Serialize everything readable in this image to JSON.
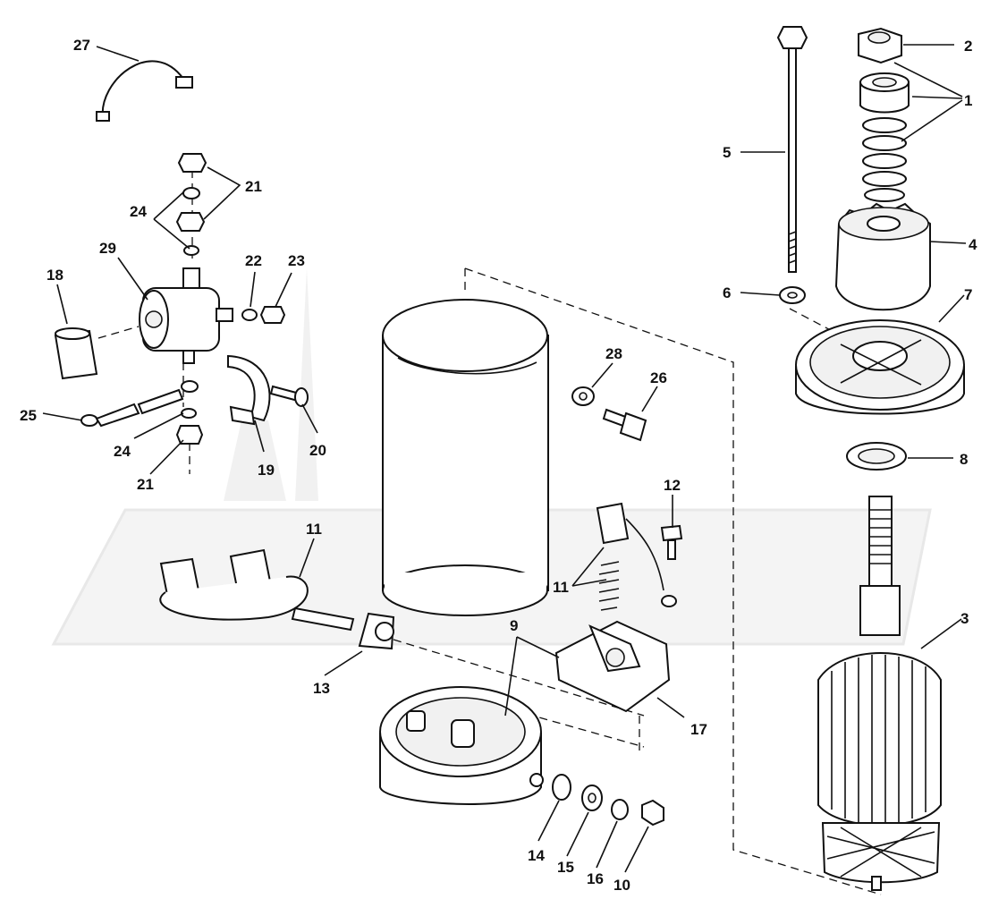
{
  "watermark": "",
  "labels": {
    "p1": "1",
    "p2": "2",
    "p3": "3",
    "p4": "4",
    "p5": "5",
    "p6": "6",
    "p7": "7",
    "p8": "8",
    "p9": "9",
    "p10": "10",
    "p11a": "11",
    "p11b": "11",
    "p12": "12",
    "p13": "13",
    "p14": "14",
    "p15": "15",
    "p16": "16",
    "p17": "17",
    "p18": "18",
    "p19": "19",
    "p20": "20",
    "p21a": "21",
    "p21b": "21",
    "p22": "22",
    "p23": "23",
    "p24a": "24",
    "p24b": "24",
    "p25": "25",
    "p26": "26",
    "p27": "27",
    "p28": "28",
    "p29": "29"
  }
}
